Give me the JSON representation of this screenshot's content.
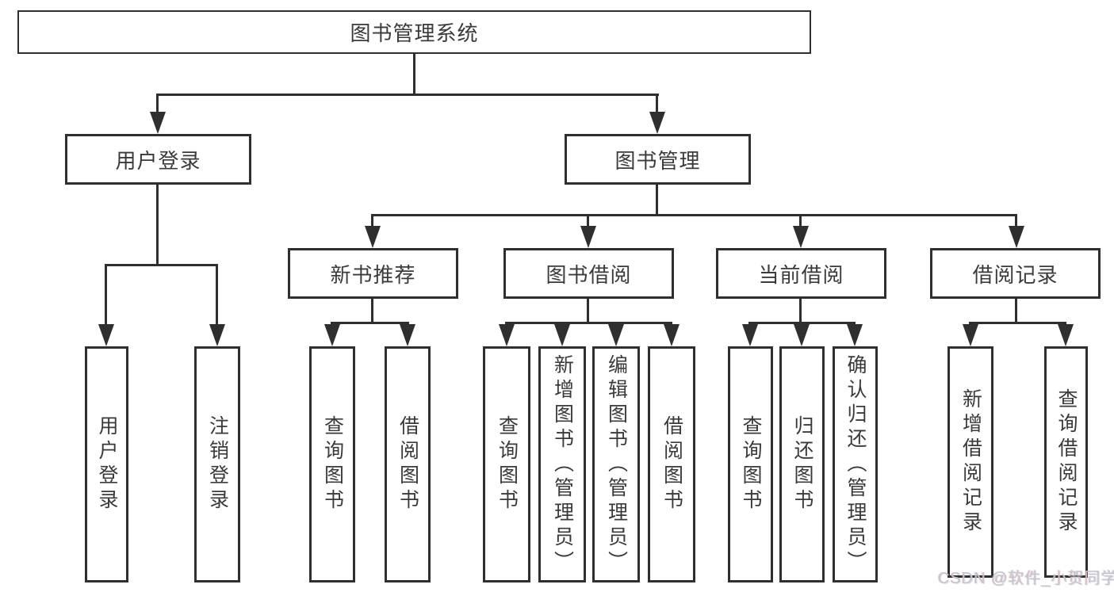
{
  "colors": {
    "line": "#2f2f2f",
    "text": "#3a3a3a",
    "box_background": "#ffffff",
    "watermark": "#c6c6d1"
  },
  "watermark": {
    "text": "CSDN @软件_小贺同学"
  },
  "tree": {
    "root": {
      "label": "图书管理系统"
    },
    "branches": [
      {
        "label": "用户登录",
        "children": [
          {
            "label": "用户登录"
          },
          {
            "label": "注销登录"
          }
        ]
      },
      {
        "label": "图书管理",
        "children": [
          {
            "label": "新书推荐",
            "children": [
              {
                "label": "查询图书"
              },
              {
                "label": "借阅图书"
              }
            ]
          },
          {
            "label": "图书借阅",
            "children": [
              {
                "label": "查询图书"
              },
              {
                "label": "新增图书（管理员）"
              },
              {
                "label": "编辑图书（管理员）"
              },
              {
                "label": "借阅图书"
              }
            ]
          },
          {
            "label": "当前借阅",
            "children": [
              {
                "label": "查询图书"
              },
              {
                "label": "归还图书"
              },
              {
                "label": "确认归还（管理员）"
              }
            ]
          },
          {
            "label": "借阅记录",
            "children": [
              {
                "label": "新增借阅记录"
              },
              {
                "label": "查询借阅记录"
              }
            ]
          }
        ]
      }
    ]
  }
}
